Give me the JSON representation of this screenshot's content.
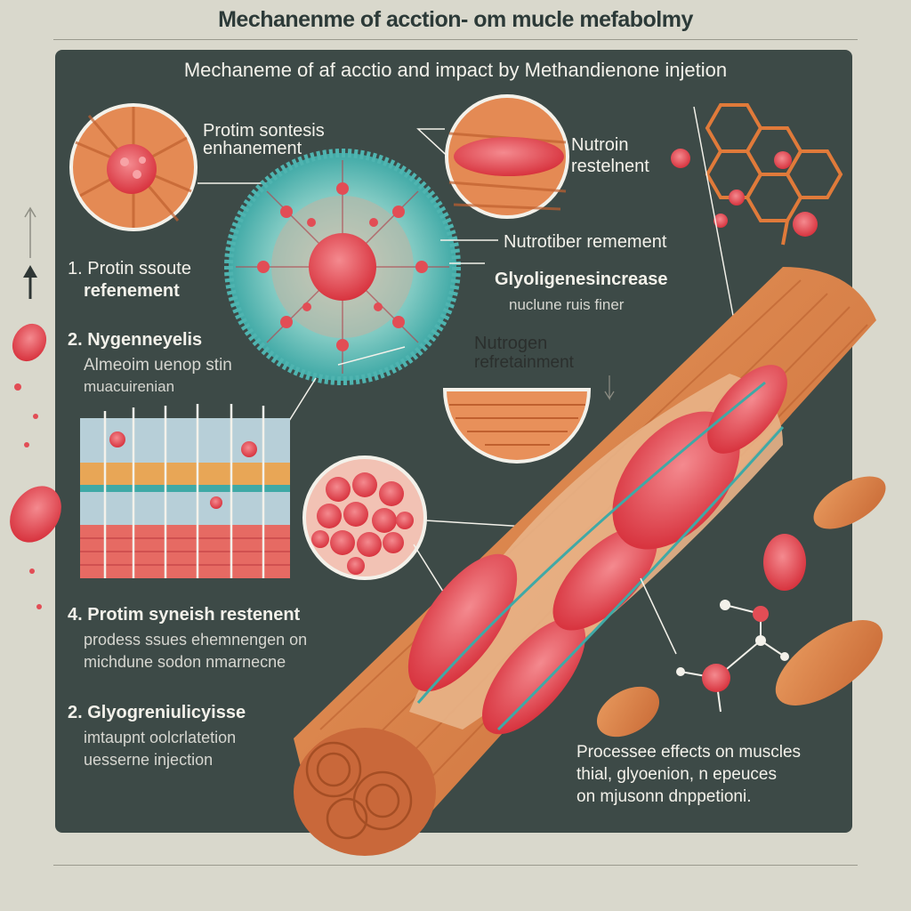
{
  "header": {
    "outer_title": "Mechanenme of acction- om mucle mefabolmy",
    "panel_title": "Mechaneme of af acctio and impact by Methandienone injetion"
  },
  "labels": {
    "protein_synthesis_line1": "Protim sontesis",
    "protein_synthesis_line2": "enhanement",
    "nutroin_line1": "Nutroin",
    "nutroin_line2": "restelnent",
    "nutrofiber": "Nutrotiber remement",
    "glycogen_increase": "Glyoligenesincrease",
    "nuclear_fiber": "nuclune ruis finer",
    "nitrogen_line1": "Nutrogen",
    "nitrogen_line2": "refretainment",
    "item1_line1": "1. Protin ssoute",
    "item1_line2": "refenement",
    "item2_title": "2. Nygenneyelis",
    "item2_line1": "Almeoim uenop stin",
    "item2_line2": "muacuirenian",
    "item4_title": "4. Protim syneish restenent",
    "item4_line1": "prodess ssues ehemnengen on",
    "item4_line2": "michdune sodon nmarnecne",
    "item5_title": "2. Glyogreniulicyisse",
    "item5_line1": "imtaupnt oolcrlatetion",
    "item5_line2": "uesserne injection",
    "effects_line1": "Processee effects on muscles",
    "effects_line2": "thial, glyoenion, n epeuces",
    "effects_line3": "on mjusonn dnppetioni."
  },
  "colors": {
    "panel": "#3d4a47",
    "background": "#d9d8cc",
    "muscle": "#d9804a",
    "tissue_red": "#e2474f",
    "teal": "#4fb4b0"
  }
}
